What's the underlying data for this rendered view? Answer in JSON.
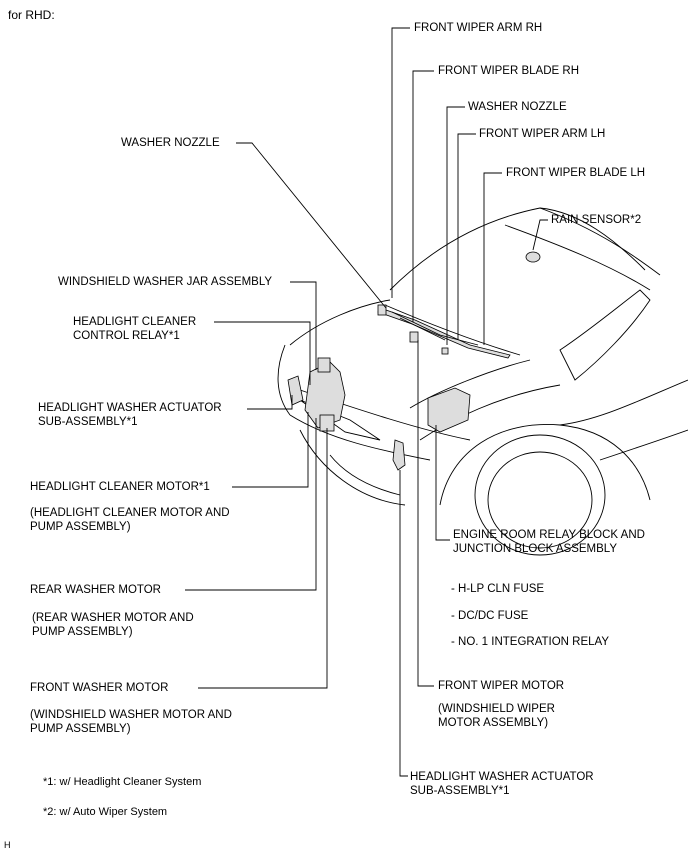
{
  "title": "for RHD:",
  "labels": {
    "front_wiper_arm_rh": "FRONT WIPER ARM RH",
    "front_wiper_blade_rh": "FRONT WIPER BLADE RH",
    "washer_nozzle_right": "WASHER NOZZLE",
    "front_wiper_arm_lh": "FRONT WIPER ARM LH",
    "front_wiper_blade_lh": "FRONT WIPER BLADE LH",
    "rain_sensor": "RAIN SENSOR*2",
    "washer_nozzle_left": "WASHER NOZZLE",
    "windshield_washer_jar": "WINDSHIELD WASHER JAR ASSEMBLY",
    "headlight_cleaner_relay": "HEADLIGHT CLEANER\nCONTROL RELAY*1",
    "headlight_washer_actuator_left": "HEADLIGHT WASHER ACTUATOR\nSUB-ASSEMBLY*1",
    "headlight_cleaner_motor": "HEADLIGHT CLEANER MOTOR*1",
    "headlight_cleaner_motor_sub": "(HEADLIGHT CLEANER MOTOR AND\nPUMP ASSEMBLY)",
    "rear_washer_motor": "REAR  WASHER MOTOR",
    "rear_washer_motor_sub": "(REAR WASHER MOTOR AND\nPUMP ASSEMBLY)",
    "front_washer_motor": "FRONT  WASHER MOTOR",
    "front_washer_motor_sub": "(WINDSHIELD WASHER MOTOR AND\nPUMP ASSEMBLY)",
    "engine_room_relay_block": "ENGINE ROOM RELAY BLOCK AND\nJUNCTION BLOCK ASSEMBLY",
    "fuse_hlp": "- H-LP CLN FUSE",
    "fuse_dcdc": "- DC/DC FUSE",
    "relay_integration": "- NO. 1 INTEGRATION RELAY",
    "front_wiper_motor": "FRONT WIPER MOTOR",
    "front_wiper_motor_sub": "(WINDSHIELD WIPER\nMOTOR ASSEMBLY)",
    "headlight_washer_actuator_bottom": "HEADLIGHT WASHER ACTUATOR\nSUB-ASSEMBLY*1"
  },
  "footnotes": {
    "note1": "*1: w/ Headlight Cleaner System",
    "note2": "*2: w/ Auto Wiper System"
  },
  "corner_mark": "H"
}
